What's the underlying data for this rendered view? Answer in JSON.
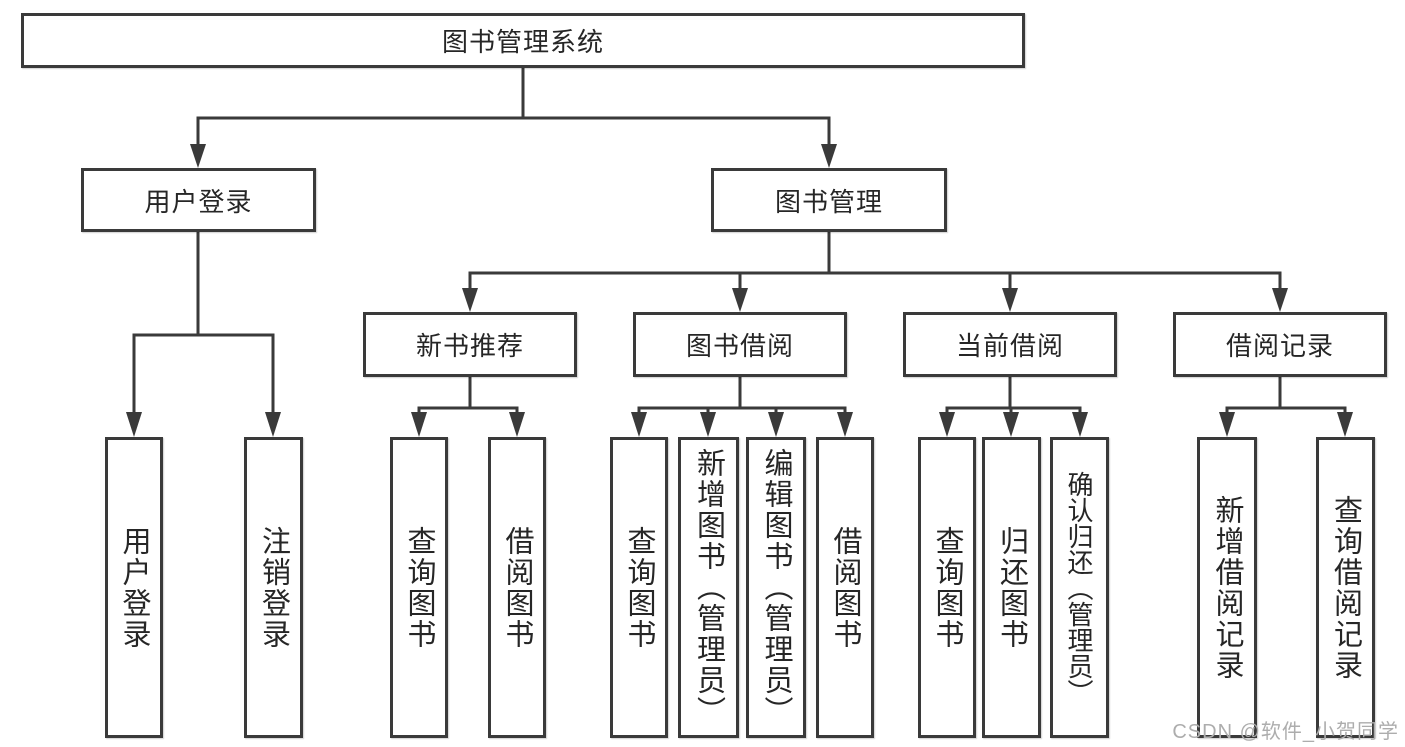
{
  "diagram_title": "图书管理系统",
  "tree": {
    "root": {
      "label": "图书管理系统"
    },
    "branches": [
      {
        "label": "用户登录",
        "children": [
          {
            "label": "用户登录"
          },
          {
            "label": "注销登录"
          }
        ]
      },
      {
        "label": "图书管理",
        "children": [
          {
            "label": "新书推荐",
            "children": [
              {
                "label": "查询图书"
              },
              {
                "label": "借阅图书"
              }
            ]
          },
          {
            "label": "图书借阅",
            "children": [
              {
                "label": "查询图书"
              },
              {
                "label": "新增图书（管理员）"
              },
              {
                "label": "编辑图书（管理员）"
              },
              {
                "label": "借阅图书"
              }
            ]
          },
          {
            "label": "当前借阅",
            "children": [
              {
                "label": "查询图书"
              },
              {
                "label": "归还图书"
              },
              {
                "label": "确认归还（管理员）"
              }
            ]
          },
          {
            "label": "借阅记录",
            "children": [
              {
                "label": "新增借阅记录"
              },
              {
                "label": "查询借阅记录"
              }
            ]
          }
        ]
      }
    ]
  },
  "watermark": {
    "text": "CSDN @软件_小贺同学"
  },
  "colors": {
    "line": "#3a3a3a",
    "box_border": "#3a3a3a",
    "box_background": "#ffffff",
    "text": "#262626",
    "watermark": "#adadad",
    "page_background": "#ffffff"
  }
}
